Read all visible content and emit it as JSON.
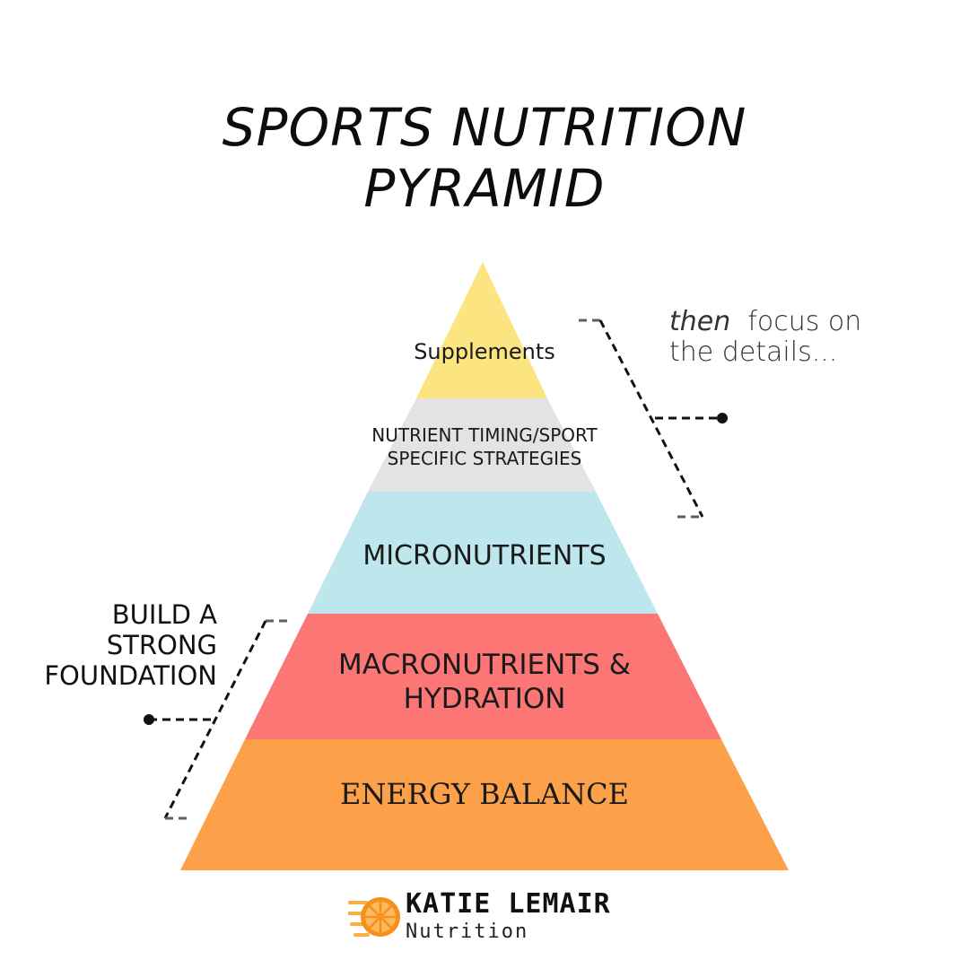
{
  "title": {
    "line1": "SPORTS NUTRITION",
    "line2": "PYRAMID"
  },
  "pyramid": {
    "levels": [
      {
        "id": "supplements",
        "label_lines": [
          "Supplements"
        ],
        "color": "#FCE481"
      },
      {
        "id": "timing",
        "label_lines": [
          "NUTRIENT TIMING/SPORT",
          "SPECIFIC STRATEGIES"
        ],
        "color": "#E3E3E3"
      },
      {
        "id": "micro",
        "label_lines": [
          "MICRONUTRIENTS"
        ],
        "color": "#BDE7EC"
      },
      {
        "id": "macro",
        "label_lines": [
          "MACRONUTRIENTS &",
          "HYDRATION"
        ],
        "color": "#FC7676"
      },
      {
        "id": "energy",
        "label_lines": [
          "ENERGY BALANCE"
        ],
        "color": "#FCA04A"
      }
    ]
  },
  "annotations": {
    "right": {
      "emphasis": "then",
      "rest": "focus on",
      "line2": "the details..."
    },
    "left": {
      "line1": "BUILD A",
      "line2": "STRONG",
      "line3": "FOUNDATION"
    }
  },
  "brand": {
    "name": "KATIE LEMAIR",
    "subtitle": "Nutrition",
    "accent_color": "#F5901E"
  },
  "colors": {
    "connector": "#111111",
    "bracket_tip": "#6b5a5a"
  }
}
